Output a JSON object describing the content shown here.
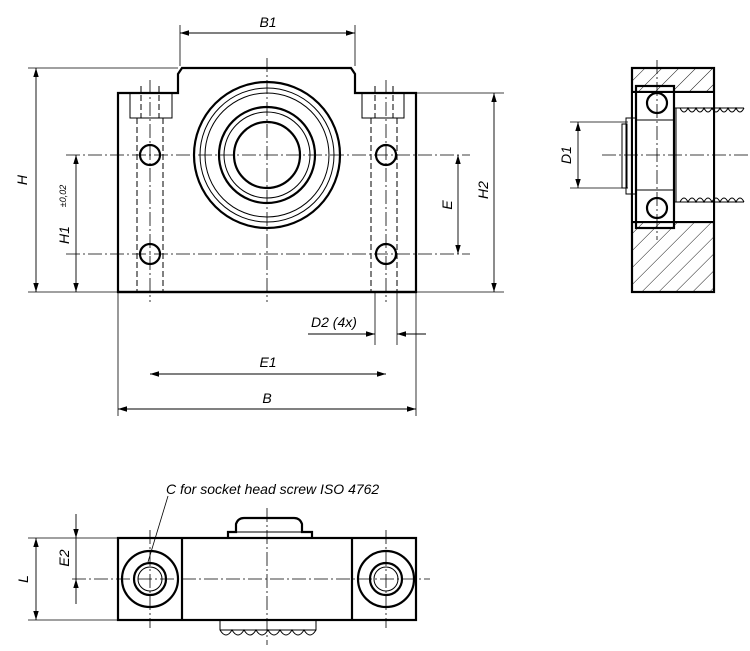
{
  "labels": {
    "B1": "B1",
    "H": "H",
    "H1": "H1",
    "H1_tol": "±0,02",
    "E": "E",
    "H2": "H2",
    "D1": "D1",
    "D2": "D2 (4x)",
    "E1": "E1",
    "B": "B",
    "C_note": "C for socket head screw ISO 4762",
    "L": "L",
    "E2": "E2"
  }
}
